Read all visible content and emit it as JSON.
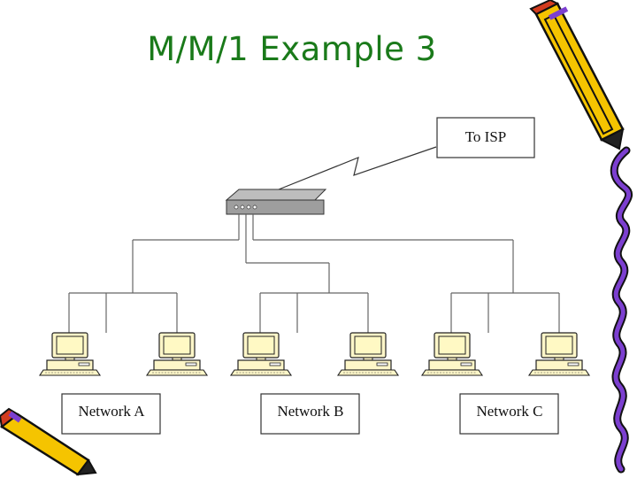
{
  "slide": {
    "title": "M/M/1 Example 3"
  },
  "diagram": {
    "isp_label": "To ISP",
    "networks": [
      {
        "label": "Network A"
      },
      {
        "label": "Network B"
      },
      {
        "label": "Network C"
      }
    ]
  },
  "colors": {
    "title": "#1a7a1a",
    "pencil_body": "#f5c400",
    "pencil_tip": "#222222",
    "pencil_eraser": "#d23b1e",
    "squiggle": "#7c3fd0",
    "monitor_screen": "#fff9c4",
    "monitor_body": "#fdf6c8"
  },
  "icons": [
    "router-icon",
    "computer-icon",
    "pencil-icon",
    "squiggle-line-icon"
  ]
}
